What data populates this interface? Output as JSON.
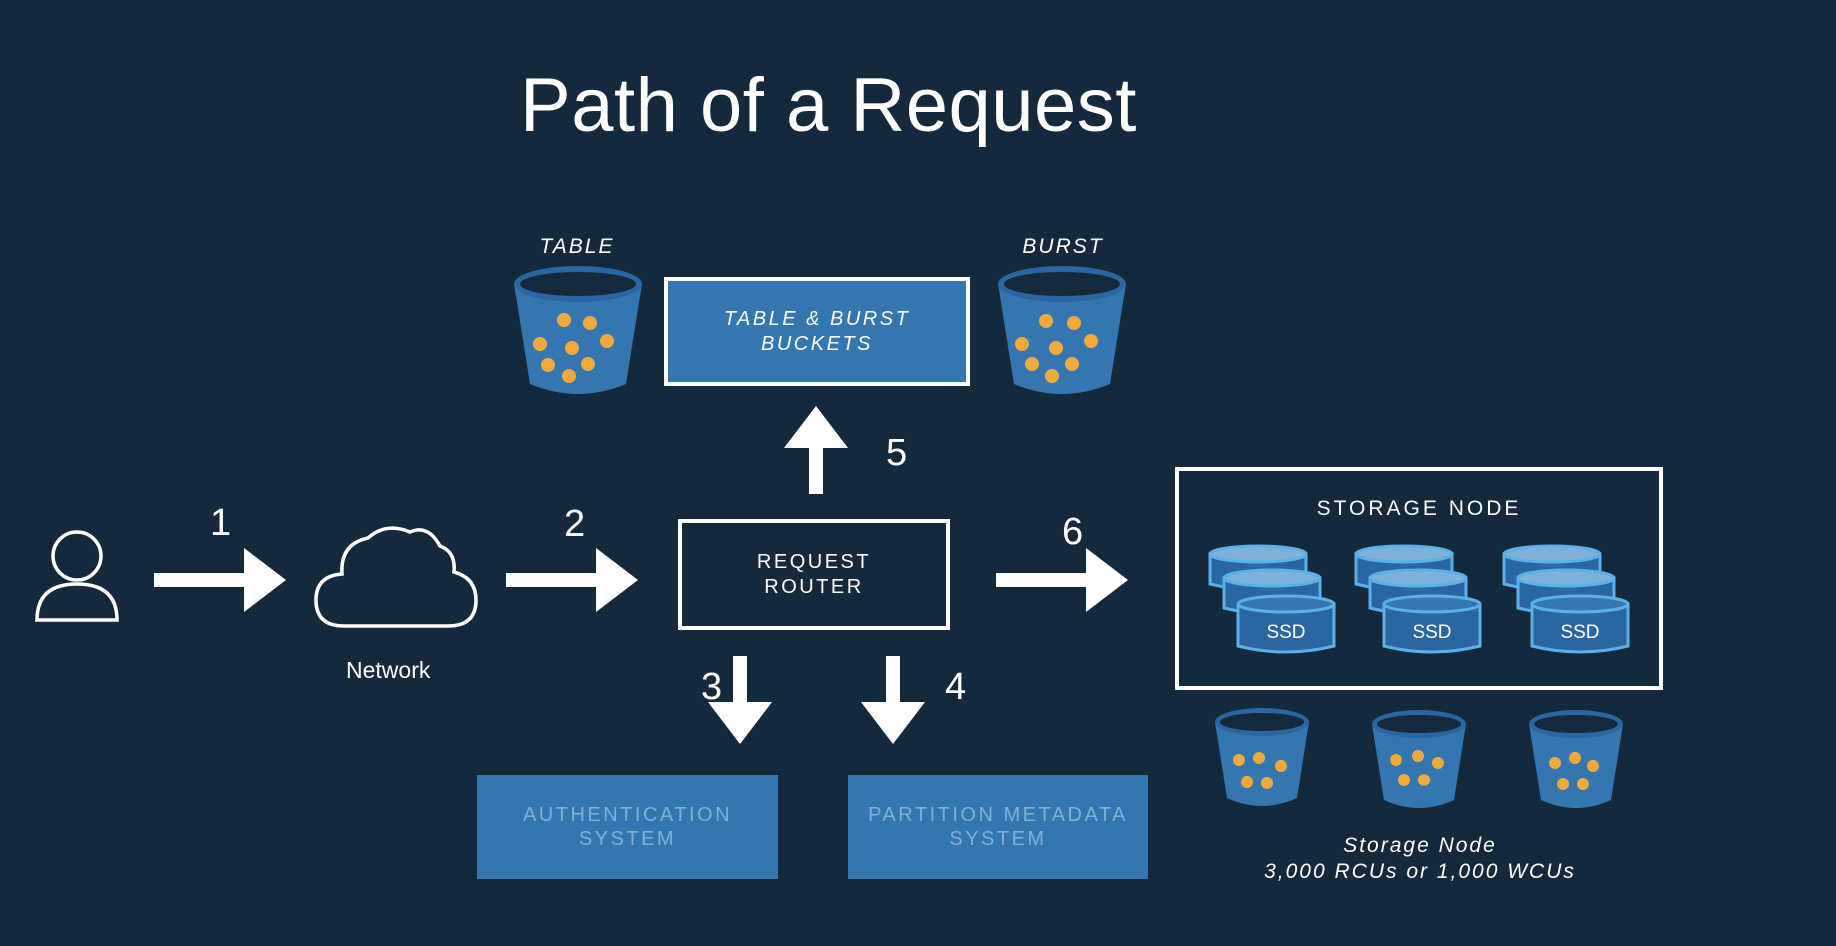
{
  "title": "Path of a Request",
  "buckets": {
    "table_label": "TABLE",
    "burst_label": "BURST"
  },
  "boxes": {
    "buckets_line1": "TABLE & BURST",
    "buckets_line2": "BUCKETS",
    "router_line1": "REQUEST",
    "router_line2": "ROUTER",
    "auth_line1": "AUTHENTICATION",
    "auth_line2": "SYSTEM",
    "partition_line1": "PARTITION METADATA",
    "partition_line2": "SYSTEM"
  },
  "network_label": "Network",
  "steps": [
    "1",
    "2",
    "3",
    "4",
    "5",
    "6"
  ],
  "storage": {
    "title": "STORAGE NODE",
    "ssd_label": "SSD",
    "caption_line1": "Storage  Node",
    "caption_line2": "3,000  RCUs  or  1,000  WCUs"
  },
  "colors": {
    "background": "#15293c",
    "accent_blue": "#3477b0",
    "token_orange": "#f2a93b",
    "white": "#ffffff"
  }
}
